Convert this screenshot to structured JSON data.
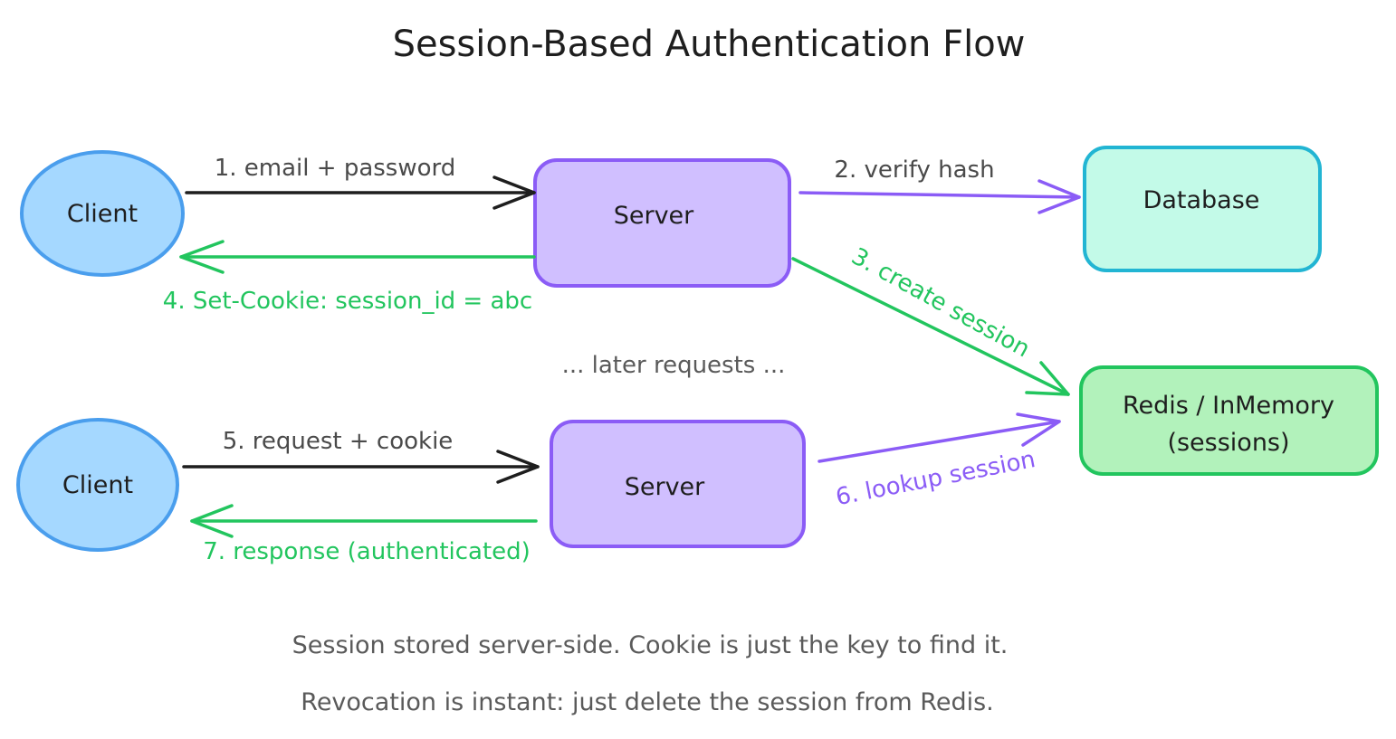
{
  "title": "Session-Based Authentication Flow",
  "nodes": {
    "client_1": "Client",
    "server_1": "Server",
    "database": "Database",
    "redis_line1": "Redis / InMemory",
    "redis_line2": "(sessions)",
    "client_2": "Client",
    "server_2": "Server"
  },
  "edges": {
    "step_1": "1. email + password",
    "step_2": "2. verify hash",
    "step_3": "3. create session",
    "step_4": "4. Set-Cookie: session_id = abc",
    "step_5": "5. request + cookie",
    "step_6": "6. lookup session",
    "step_7": "7. response (authenticated)"
  },
  "separator": "... later requests ...",
  "notes": [
    "Session stored server-side. Cookie is just the key to find it.",
    "Revocation is instant: just delete the session from Redis."
  ],
  "colors": {
    "client_fill": "#a5d8ff",
    "client_stroke": "#4a9eed",
    "server_fill": "#d0bfff",
    "server_stroke": "#8b5cf6",
    "database_fill": "#c3fae8",
    "database_stroke": "#22b5d3",
    "redis_fill": "#b2f2bb",
    "redis_stroke": "#22c55e",
    "request_arrow": "#1e1e1e",
    "response_arrow": "#22c55e",
    "store_arrow": "#8b5cf6"
  }
}
